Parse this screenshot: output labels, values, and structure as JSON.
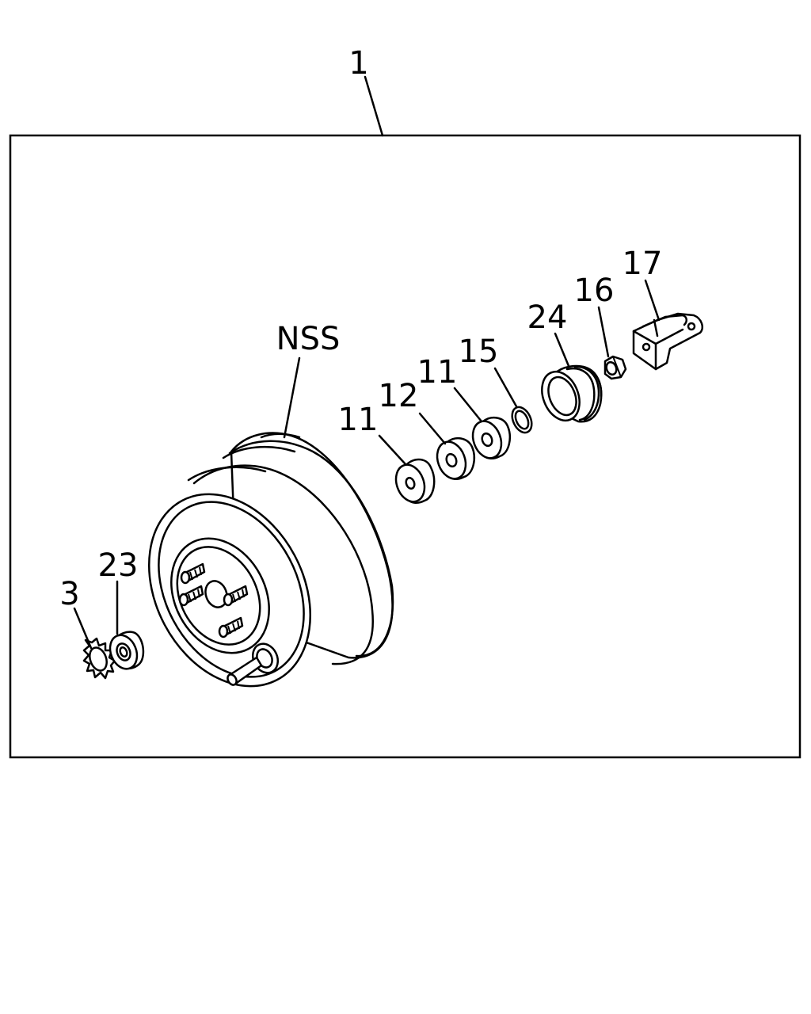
{
  "diagram": {
    "callouts": {
      "assembly": "1",
      "booster_body": "NSS",
      "lock_washer": "3",
      "grommet": "23",
      "seal_a": "11",
      "seal_b": "12",
      "seal_c": "11",
      "ring": "15",
      "boot": "24",
      "nut": "16",
      "clevis": "17"
    }
  }
}
